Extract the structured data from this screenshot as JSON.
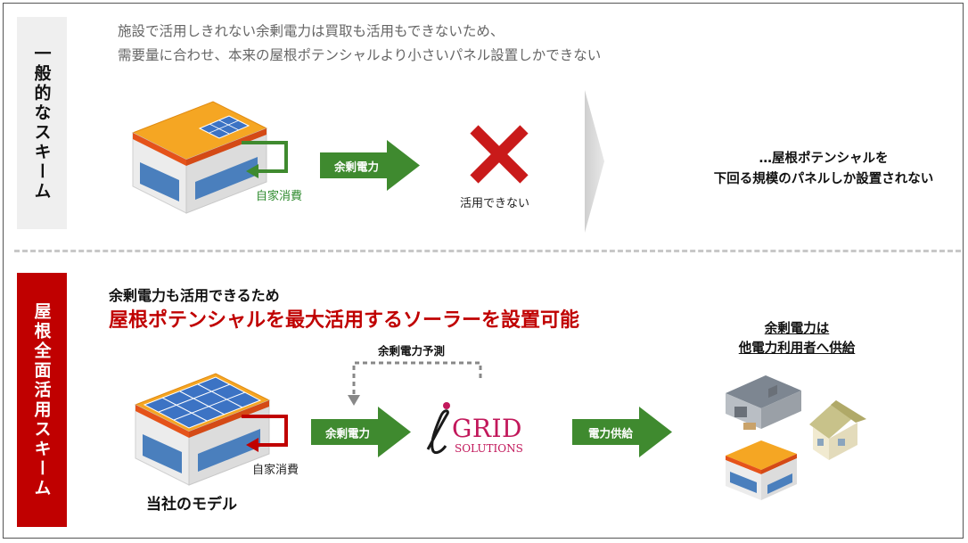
{
  "top": {
    "side_label": "一般的なスキーム",
    "description_line1": "施設で活用しきれない余剰電力は買取も活用もできないため、",
    "description_line2": "需要量に合わせ、本来の屋根ポテンシャルより小さいパネル設置しかできない",
    "self_consumption": "自家消費",
    "arrow_label": "余剰電力",
    "cannot_use": "活用できない",
    "result_line1": "…屋根ポテンシャルを",
    "result_line2": "下回る規模のパネルしか設置されない"
  },
  "bottom": {
    "side_label": "屋根全面活用スキーム",
    "headline1": "余剰電力も活用できるため",
    "headline2": "屋根ポテンシャルを最大活用するソーラーを設置可能",
    "forecast_label": "余剰電力予測",
    "self_consumption": "自家消費",
    "arrow_label": "余剰電力",
    "logo_main": "GRID",
    "logo_sub": "SOLUTIONS",
    "supply_arrow_label": "電力供給",
    "supply_title_line1": "余剰電力は",
    "supply_title_line2": "他電力利用者へ供給",
    "model_caption": "当社のモデル"
  },
  "colors": {
    "green_arrow": "#3f8a2f",
    "red_accent": "#c00000",
    "x_mark": "#c91a1a",
    "roof_orange": "#f5a623"
  }
}
